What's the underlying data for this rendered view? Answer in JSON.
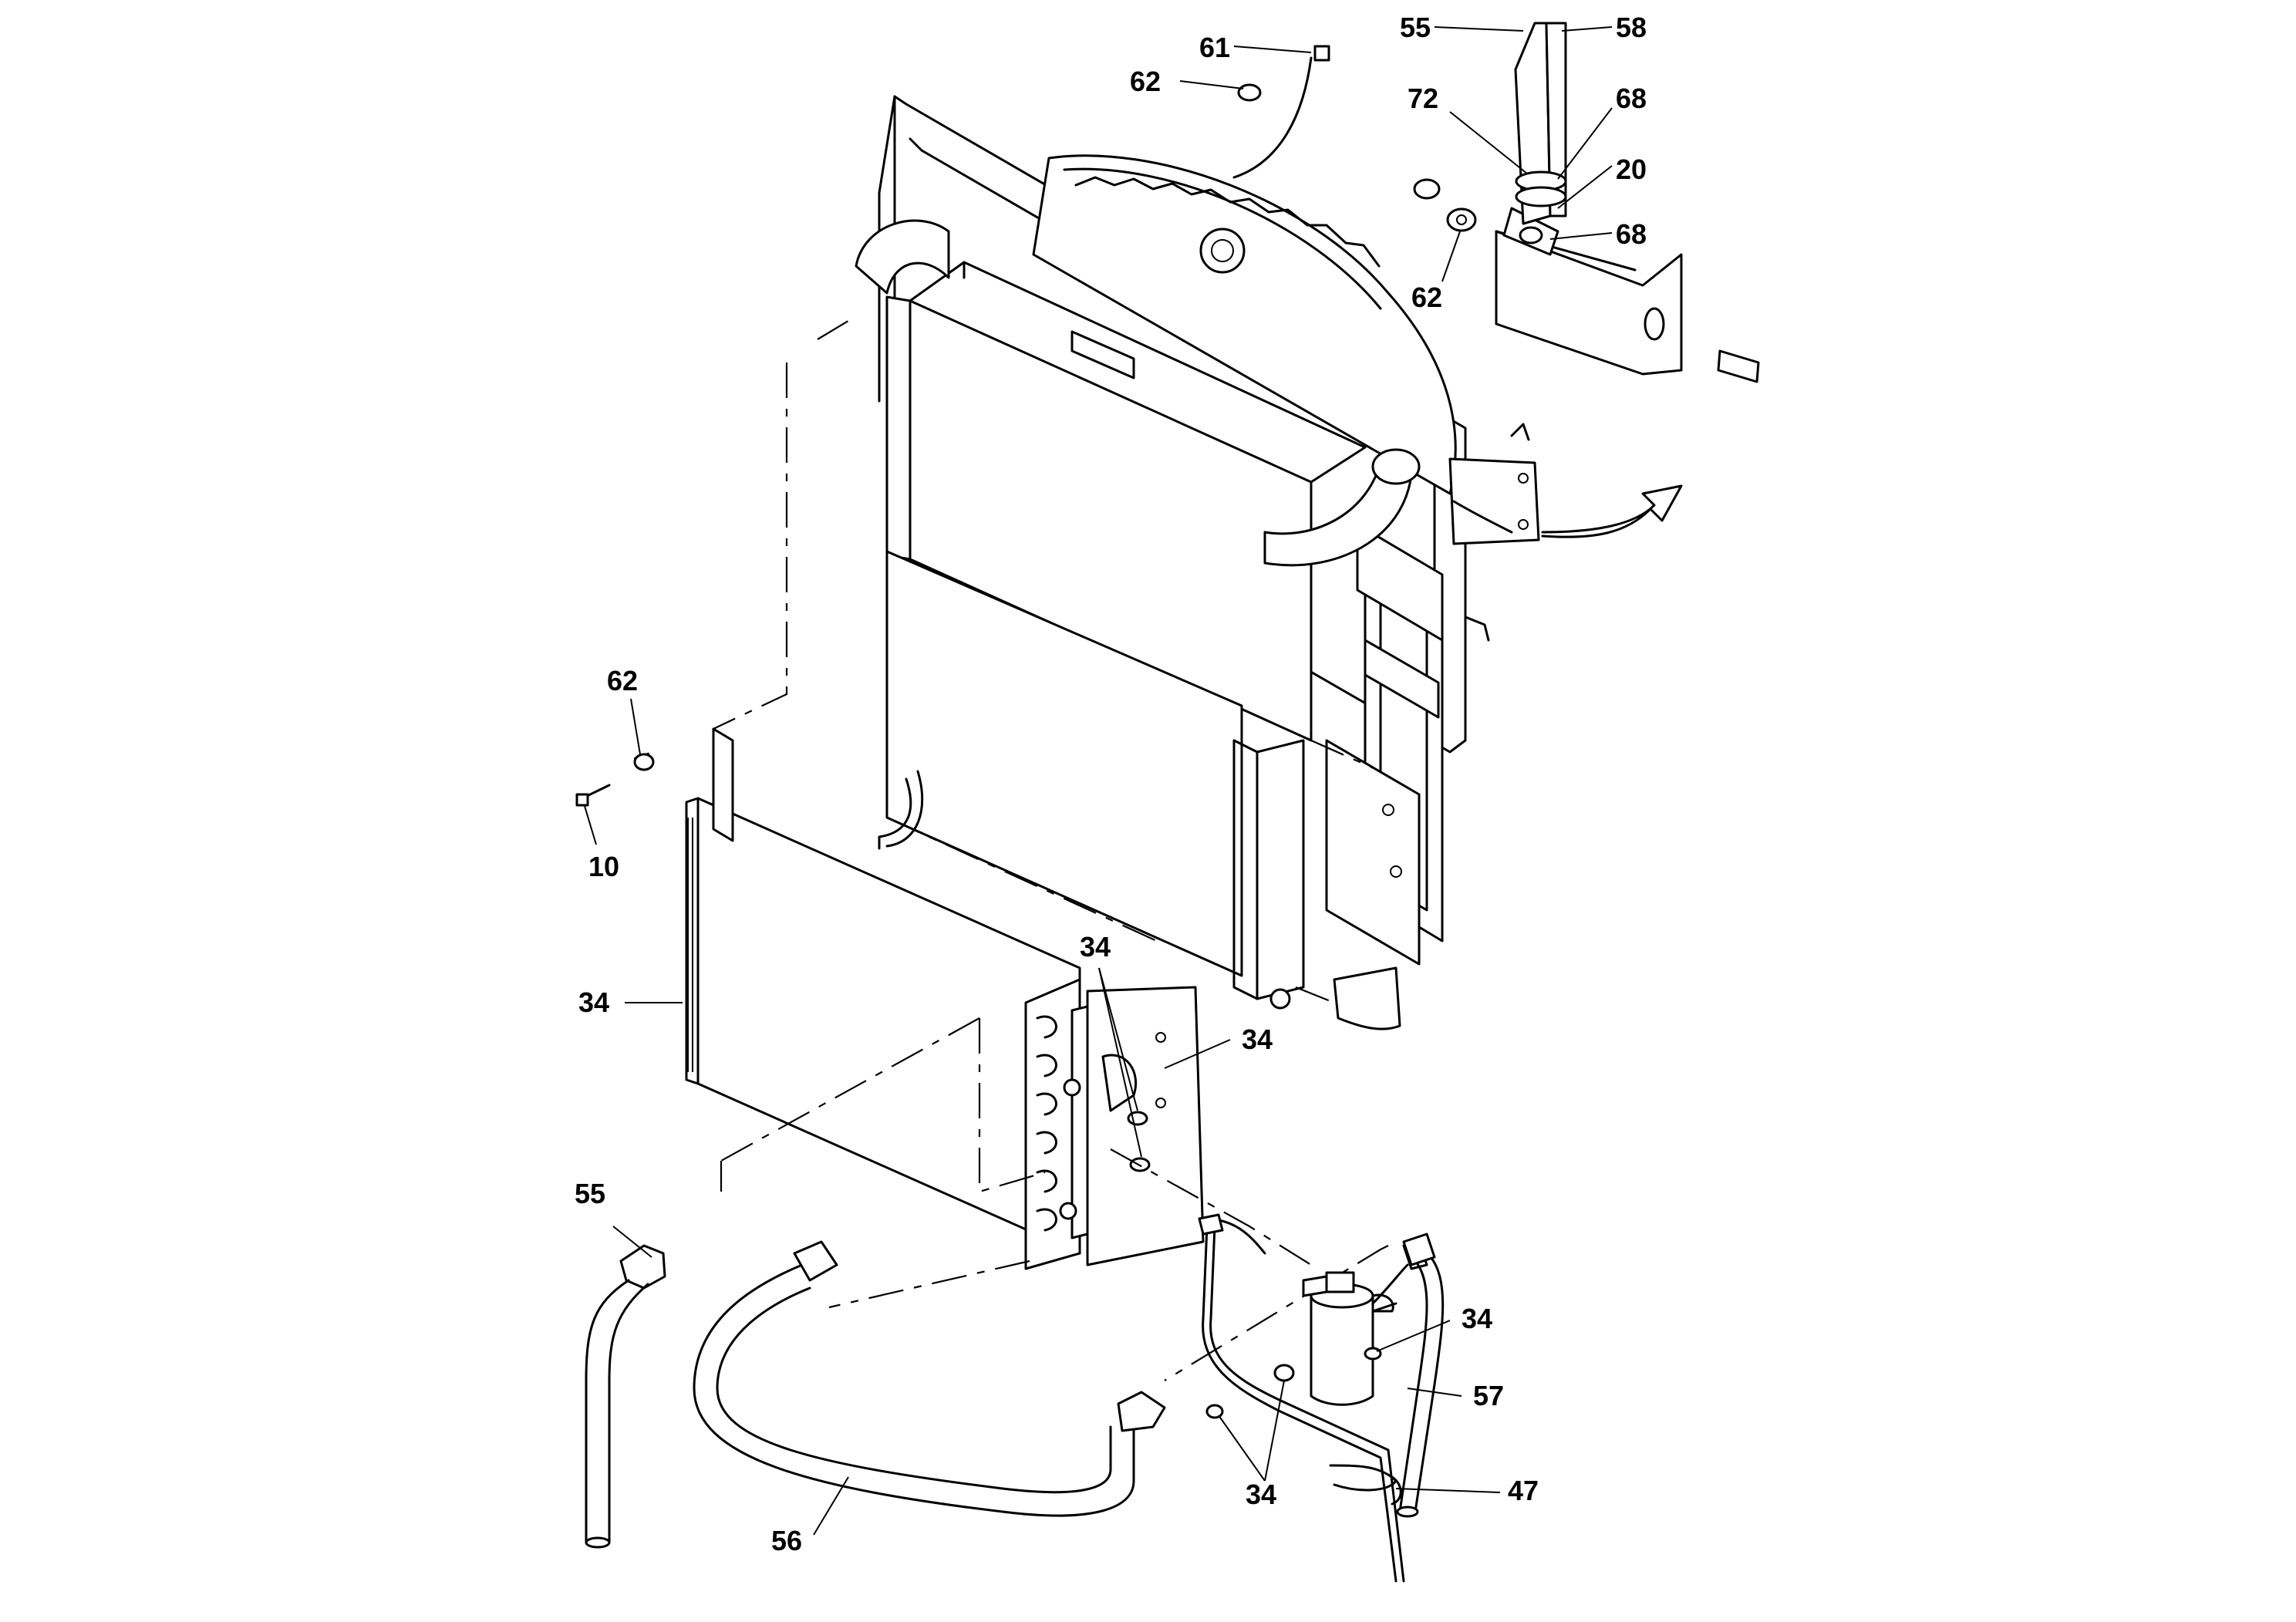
{
  "callouts": {
    "c61": "61",
    "c62_top": "62",
    "c55_top": "55",
    "c58_top": "58",
    "c72": "72",
    "c68_a": "68",
    "c20": "20",
    "c68_b": "68",
    "c62_bracket": "62",
    "c62_left": "62",
    "c10": "10",
    "c34_condenser": "34",
    "c34_studs": "34",
    "c34_bracket": "34",
    "c55_hose": "55",
    "c56": "56",
    "c34_drier": "34",
    "c57": "57",
    "c34_nuts": "34",
    "c47": "47"
  }
}
